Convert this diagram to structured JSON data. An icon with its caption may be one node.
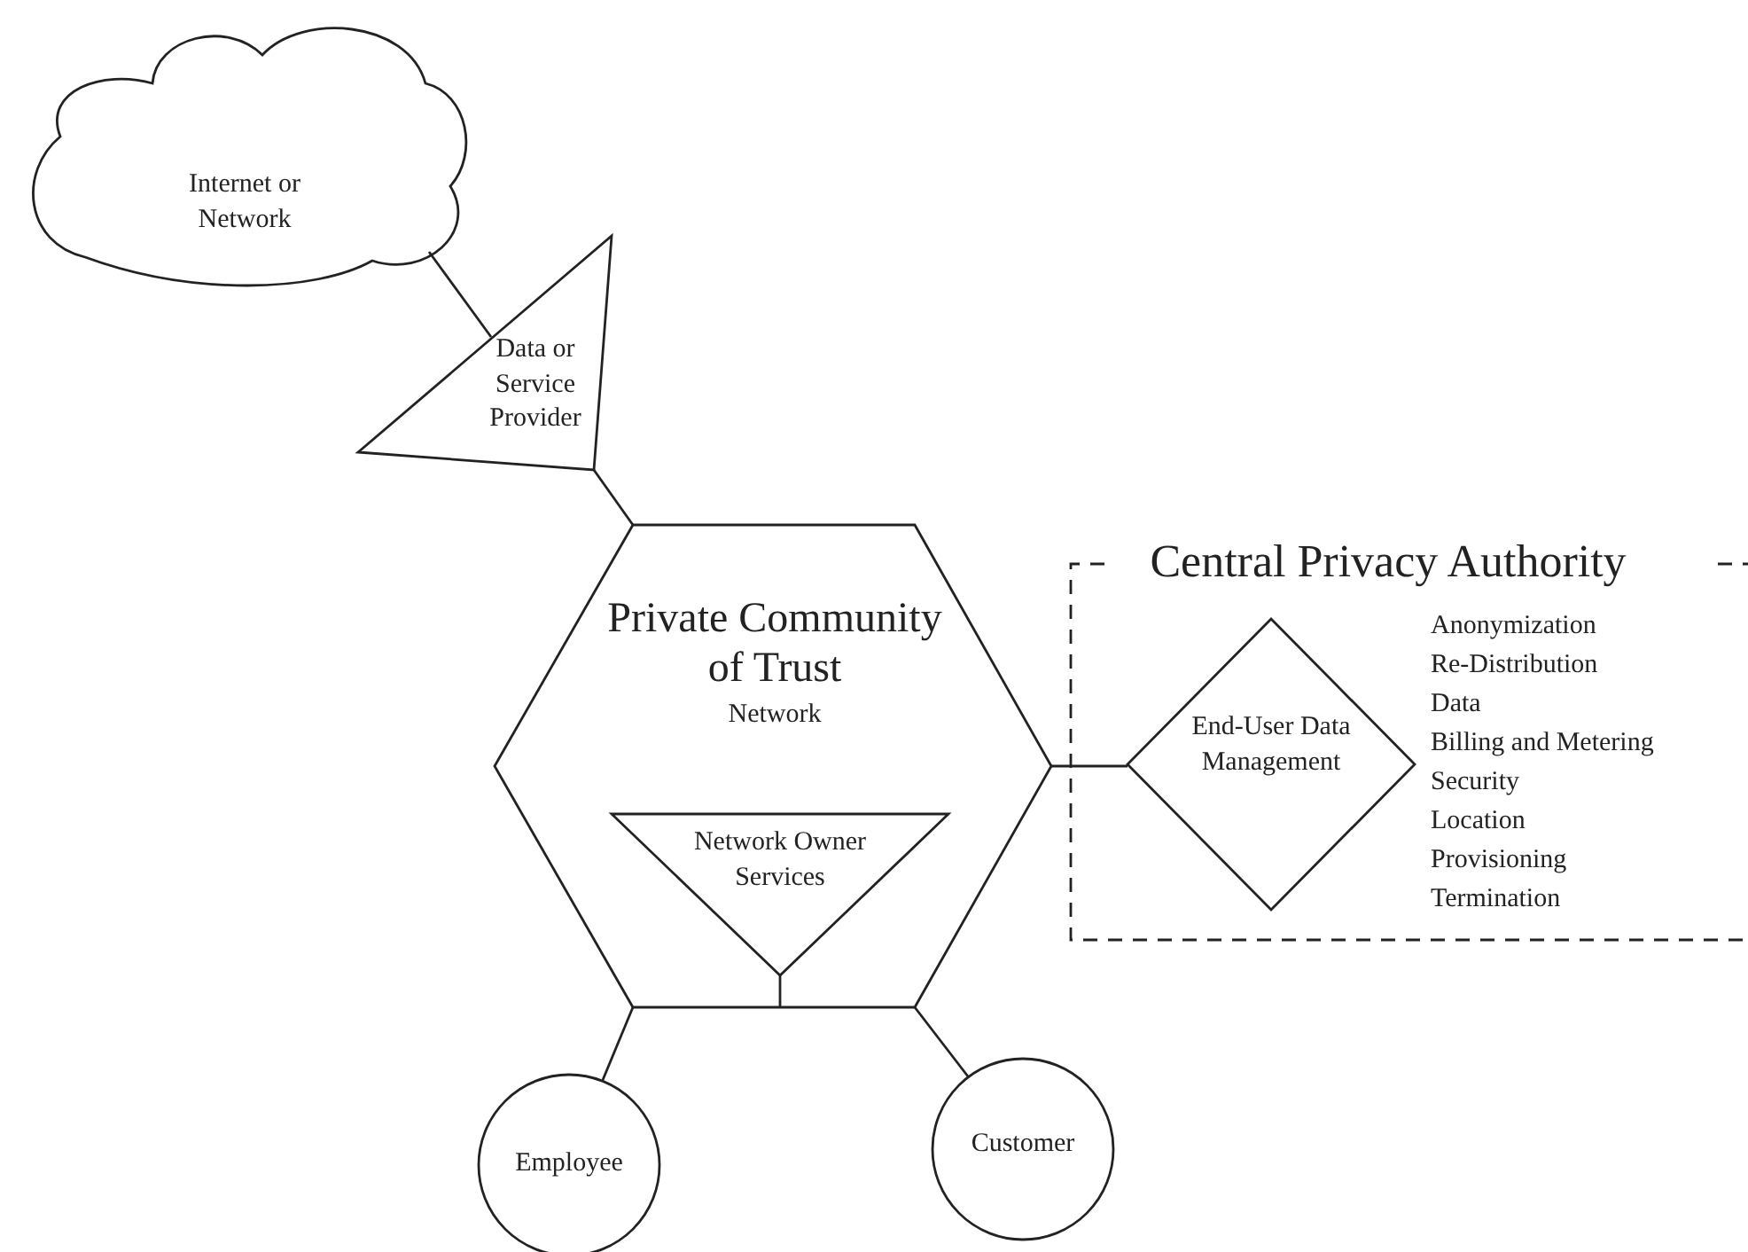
{
  "diagram": {
    "nodes": [
      {
        "text": [
          "Internet or Network"
        ]
      },
      {
        "text": [
          "Data or Service Provider"
        ]
      },
      {
        "text": [
          "Private Community of Trust",
          "Network"
        ]
      },
      {
        "text": [
          "Network Owner Services"
        ],
        "in": 2
      },
      {
        "text": [
          "Central Privacy Authority"
        ]
      },
      {
        "text": [
          "End-User Data Management"
        ],
        "in": 4
      },
      {
        "text": [
          "Employee"
        ]
      },
      {
        "text": [
          "Customer"
        ]
      }
    ],
    "edges": [
      {
        "from": 0,
        "to": 1,
        "arrow": "none"
      },
      {
        "from": 1,
        "to": 2,
        "arrow": "none"
      },
      {
        "from": 3,
        "to": 2,
        "arrow": "none"
      },
      {
        "from": 2,
        "to": 5,
        "arrow": "none"
      },
      {
        "from": 2,
        "to": 6,
        "arrow": "none"
      },
      {
        "from": 2,
        "to": 7,
        "arrow": "none"
      }
    ],
    "labels": [
      "Anonymization",
      "Re-Distribution",
      "Data",
      "Billing and Metering",
      "Security",
      "Location",
      "Provisioning",
      "Termination"
    ]
  }
}
